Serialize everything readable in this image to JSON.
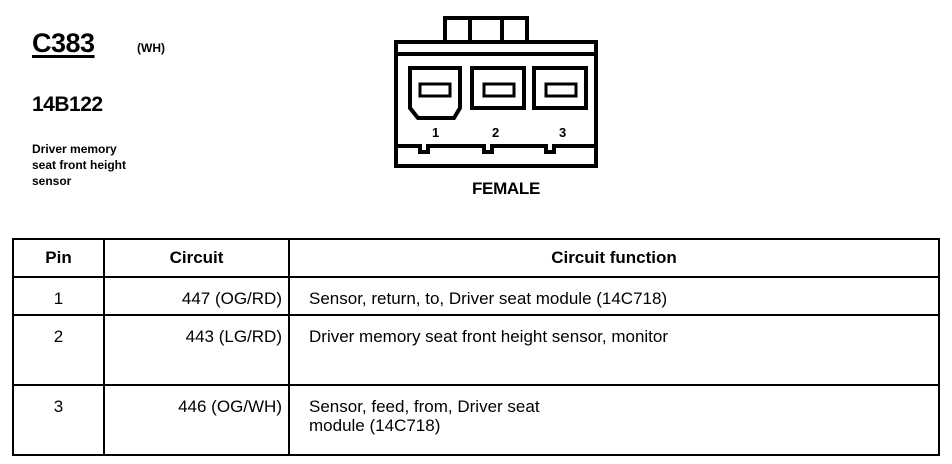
{
  "connector": {
    "id": "C383",
    "color": "(WH)",
    "part_number": "14B122",
    "description": [
      "Driver memory",
      "seat front height",
      "sensor"
    ],
    "gender": "FEMALE",
    "pin_numbers": [
      "1",
      "2",
      "3"
    ]
  },
  "table": {
    "headers": [
      "Pin",
      "Circuit",
      "Circuit function"
    ],
    "rows": [
      {
        "pin": "1",
        "circuit": "447 (OG/RD)",
        "function": [
          "Sensor, return, to, Driver seat module (14C718)"
        ]
      },
      {
        "pin": "2",
        "circuit": "443 (LG/RD)",
        "function": [
          "Driver memory seat front height sensor, monitor"
        ]
      },
      {
        "pin": "3",
        "circuit": "446 (OG/WH)",
        "function": [
          "Sensor, feed, from, Driver seat",
          "module (14C718)"
        ]
      }
    ]
  }
}
